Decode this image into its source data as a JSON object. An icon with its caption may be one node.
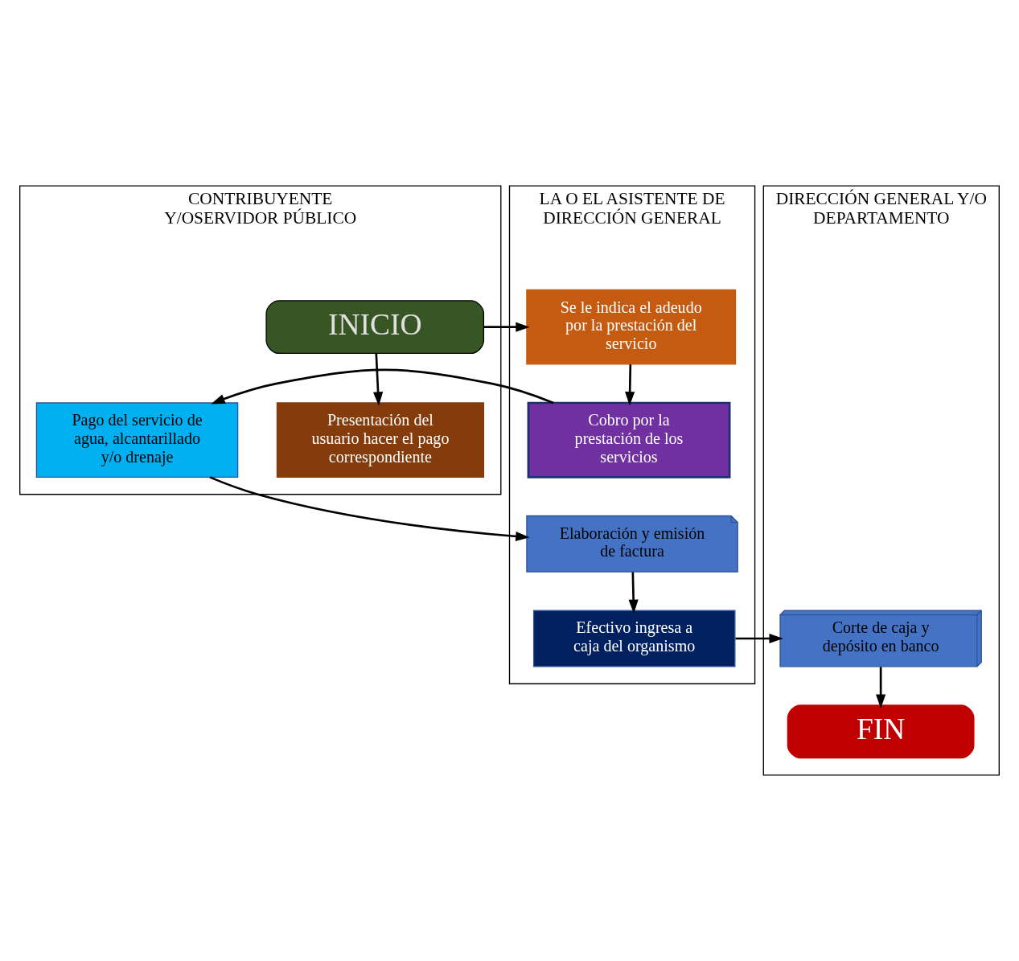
{
  "diagram": {
    "nodes": [
      {
        "text": [
          "CONTRIBUYENTE Y/OSERVIDOR PÚBLICO"
        ]
      },
      {
        "text": [
          "LA O EL ASISTENTE DE DIRECCIÓN GENERAL"
        ]
      },
      {
        "text": [
          "DIRECCIÓN GENERAL Y/O DEPARTAMENTO"
        ]
      },
      {
        "text": [
          "INICIO"
        ],
        "in": 0
      },
      {
        "text": [
          "Presentación del usuario hacer el pago correspondiente"
        ],
        "in": 0
      },
      {
        "text": [
          "Pago del servicio de agua, alcantarillado y/o drenaje"
        ],
        "in": 0
      },
      {
        "text": [
          "Se le indica el adeudo por la prestación del servicio"
        ],
        "in": 1
      },
      {
        "text": [
          "Cobro por la prestación de los servicios"
        ],
        "in": 1
      },
      {
        "text": [
          "Elaboración y emisión de factura"
        ],
        "in": 1
      },
      {
        "text": [
          "Efectivo ingresa a caja del organismo"
        ],
        "in": 1
      },
      {
        "text": [
          "Corte de caja y depósito en banco"
        ],
        "in": 2
      },
      {
        "text": [
          "FIN"
        ],
        "in": 2
      }
    ],
    "edges": [
      {
        "from": 3,
        "to": 4,
        "arrow": "to"
      },
      {
        "from": 3,
        "to": 6,
        "arrow": "to"
      },
      {
        "from": 6,
        "to": 7,
        "arrow": "to"
      },
      {
        "from": 7,
        "to": 5,
        "arrow": "to"
      },
      {
        "from": 5,
        "to": 8,
        "arrow": "to"
      },
      {
        "from": 8,
        "to": 9,
        "arrow": "to"
      },
      {
        "from": 9,
        "to": 10,
        "arrow": "to"
      },
      {
        "from": 10,
        "to": 11,
        "arrow": "to"
      }
    ]
  }
}
